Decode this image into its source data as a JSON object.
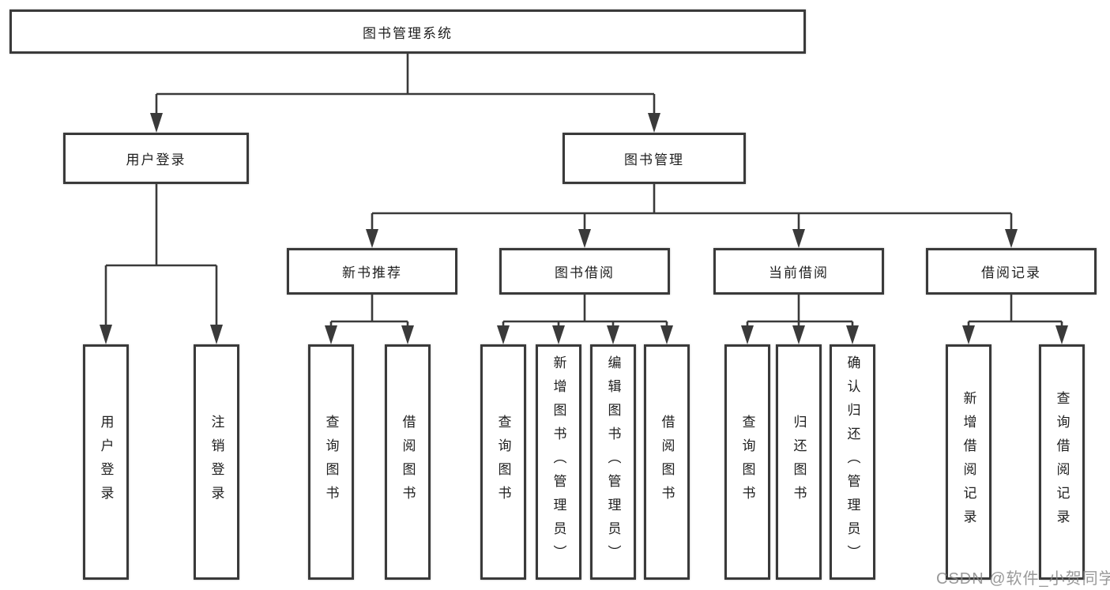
{
  "diagram": {
    "root": "图书管理系统",
    "level2": {
      "user_login": "用户登录",
      "book_management": "图书管理"
    },
    "level3": {
      "new_book_recommend": "新书推荐",
      "book_borrow": "图书借阅",
      "current_borrow": "当前借阅",
      "borrow_records": "借阅记录"
    },
    "leaves": {
      "user_login": [
        "用户登录",
        "注销登录"
      ],
      "new_book_recommend": [
        "查询图书",
        "借阅图书"
      ],
      "book_borrow": [
        "查询图书",
        "新增图书（管理员）",
        "编辑图书（管理员）",
        "借阅图书"
      ],
      "current_borrow": [
        "查询图书",
        "归还图书",
        "确认归还（管理员）"
      ],
      "borrow_records": [
        "新增借阅记录",
        "查询借阅记录"
      ]
    }
  },
  "watermark": "CSDN @软件_小贺同学",
  "colors": {
    "line": "#3a3a3a",
    "box_border": "#3a3a3a",
    "box_fill": "#ffffff",
    "text": "#1f1f1f",
    "watermark": "#878787",
    "background": "#ffffff"
  }
}
